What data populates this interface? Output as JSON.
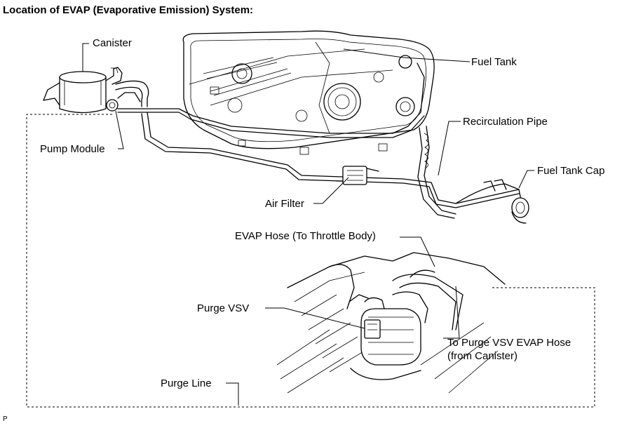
{
  "title": "Location of EVAP (Evaporative Emission) System:",
  "labels": {
    "canister": "Canister",
    "fuel_tank": "Fuel Tank",
    "recirculation_pipe": "Recirculation Pipe",
    "pump_module": "Pump Module",
    "fuel_tank_cap": "Fuel Tank Cap",
    "air_filter": "Air Filter",
    "evap_hose": "EVAP Hose (To Throttle Body)",
    "purge_vsv": "Purge VSV",
    "to_purge_line1": "To Purge VSV EVAP Hose",
    "to_purge_line2": "(from Canister)",
    "purge_line": "Purge Line"
  },
  "corner_mark": "P"
}
